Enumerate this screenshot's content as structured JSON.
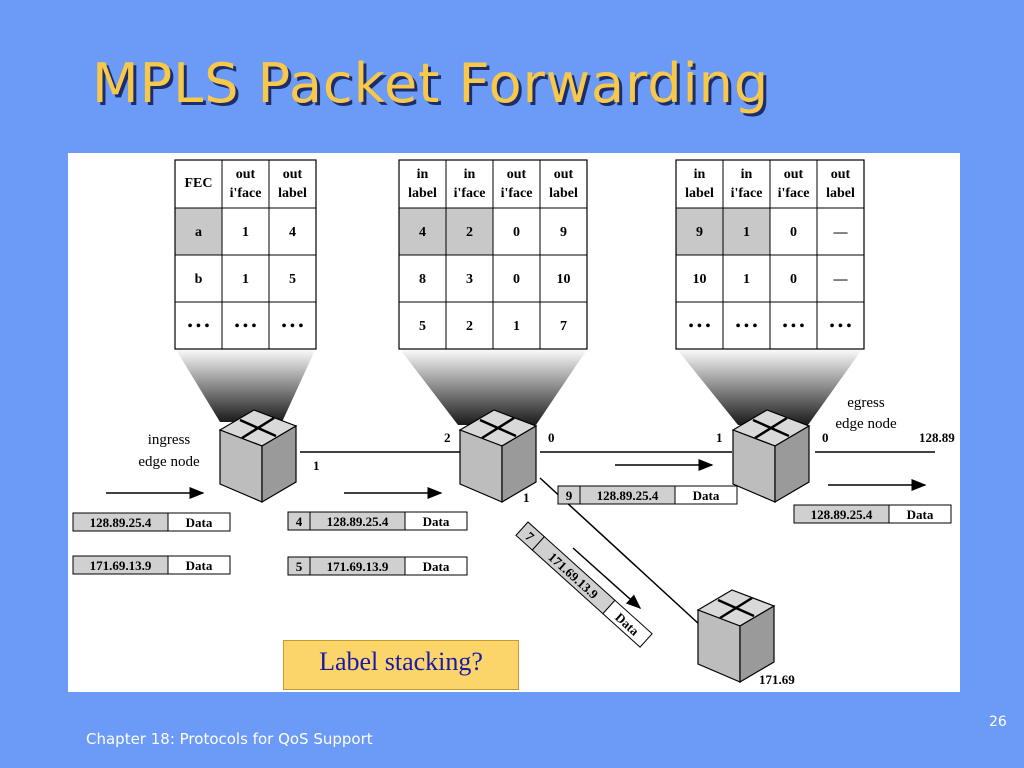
{
  "title": "MPLS Packet Forwarding",
  "footer": "Chapter 18:  Protocols for QoS Support",
  "page_number": "26",
  "callout": "Label stacking?",
  "tables": {
    "ingress": {
      "headers": [
        [
          "FEC"
        ],
        [
          "out",
          "i'face"
        ],
        [
          "out",
          "label"
        ]
      ],
      "rows": [
        [
          "a",
          "1",
          "4"
        ],
        [
          "b",
          "1",
          "5"
        ],
        [
          "• • •",
          "• • •",
          "• • •"
        ]
      ]
    },
    "core": {
      "headers": [
        [
          "in",
          "label"
        ],
        [
          "in",
          "i'face"
        ],
        [
          "out",
          "i'face"
        ],
        [
          "out",
          "label"
        ]
      ],
      "rows": [
        [
          "4",
          "2",
          "0",
          "9"
        ],
        [
          "8",
          "3",
          "0",
          "10"
        ],
        [
          "5",
          "2",
          "1",
          "7"
        ]
      ]
    },
    "egress": {
      "headers": [
        [
          "in",
          "label"
        ],
        [
          "in",
          "i'face"
        ],
        [
          "out",
          "i'face"
        ],
        [
          "out",
          "label"
        ]
      ],
      "rows": [
        [
          "9",
          "1",
          "0",
          "—"
        ],
        [
          "10",
          "1",
          "0",
          "—"
        ],
        [
          "• • •",
          "• • •",
          "• • •",
          "• • •"
        ]
      ]
    }
  },
  "nodes": {
    "ingress_label": [
      "ingress",
      "edge node"
    ],
    "egress_label": [
      "egress",
      "edge node"
    ],
    "branch_label": "171.69",
    "egress_dest": "128.89"
  },
  "interfaces": {
    "ingress_out": "1",
    "core_in": "2",
    "core_out0": "0",
    "core_out1": "1",
    "egress_in": "1",
    "egress_out": "0"
  },
  "packets": {
    "ingress_p1": [
      "128.89.25.4",
      "Data"
    ],
    "ingress_p2": [
      "171.69.13.9",
      "Data"
    ],
    "core_in_p1": [
      "4",
      "128.89.25.4",
      "Data"
    ],
    "core_in_p2": [
      "5",
      "171.69.13.9",
      "Data"
    ],
    "core_out_p1": [
      "9",
      "128.89.25.4",
      "Data"
    ],
    "branch_p": [
      "7",
      "171.69.13.9",
      "Data"
    ],
    "egress_out_p": [
      "128.89.25.4",
      "Data"
    ]
  }
}
